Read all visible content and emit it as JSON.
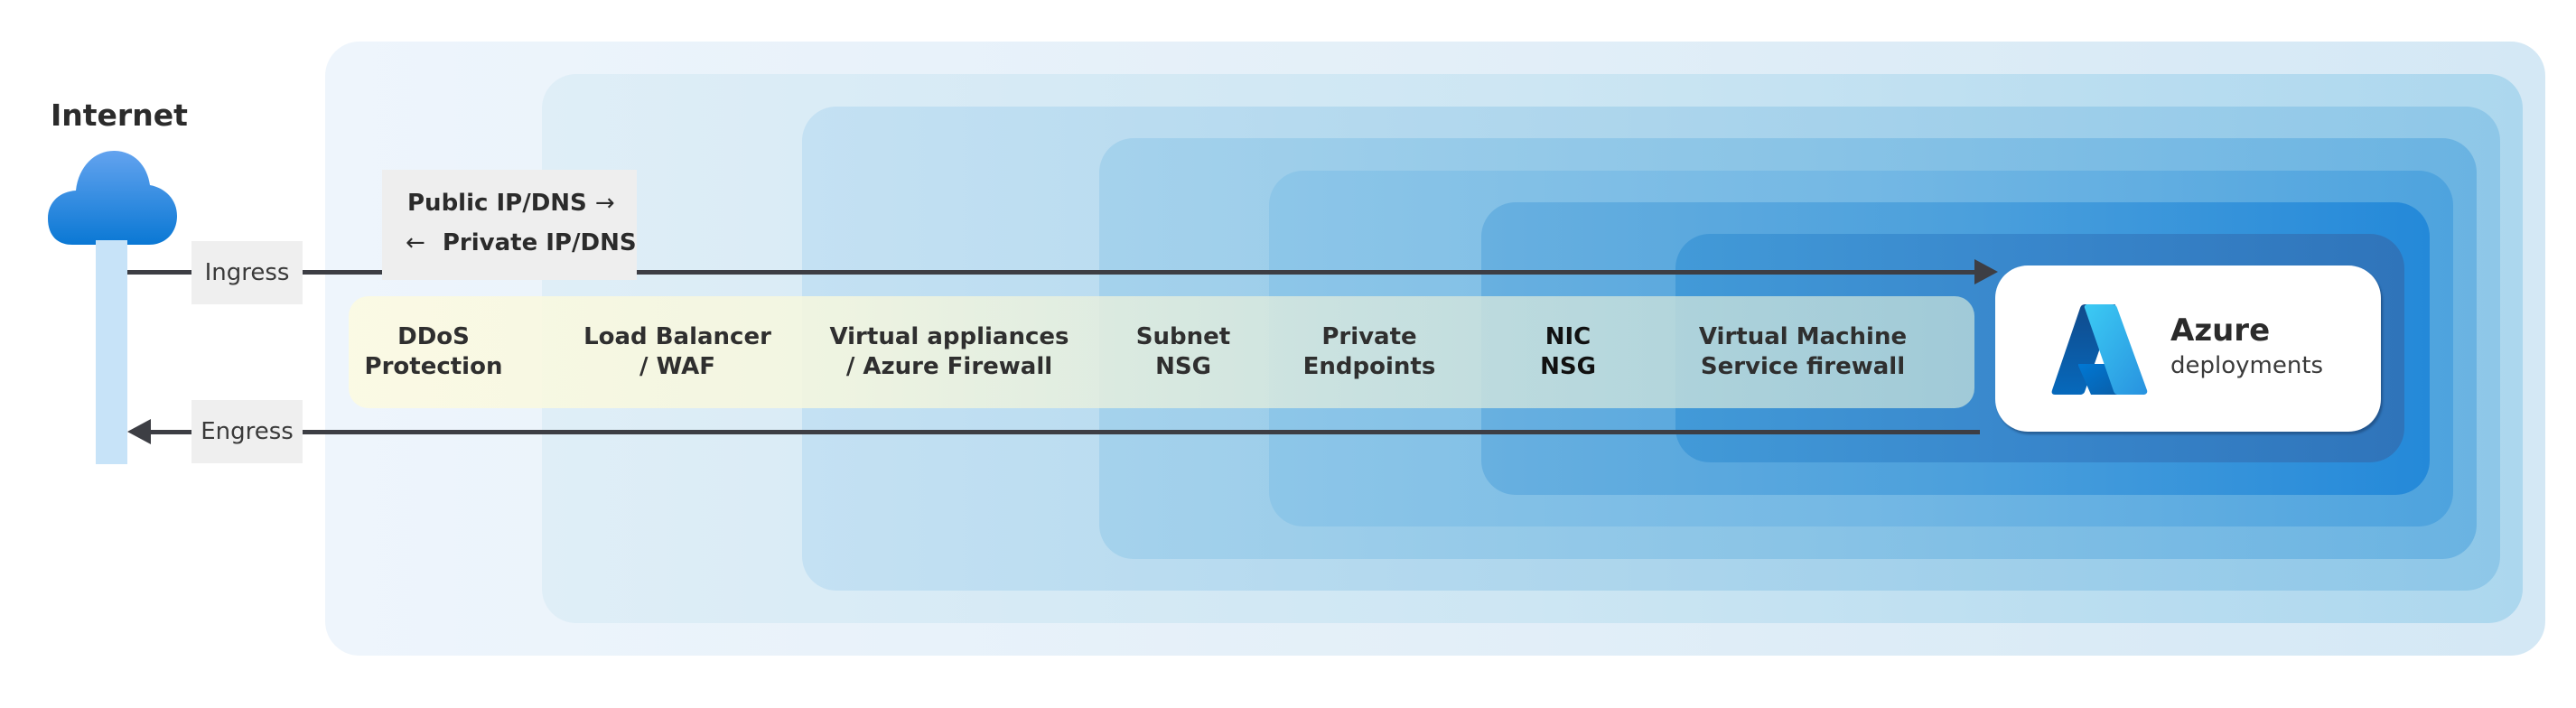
{
  "internet": {
    "title": "Internet",
    "icon": "cloud-icon",
    "ingress_label": "Ingress",
    "egress_label": "Engress"
  },
  "ip_dns": {
    "public": "Public IP/DNS",
    "public_arrow": "→",
    "private": "Private IP/DNS",
    "private_arrow": "←"
  },
  "layers": [
    {
      "line1": "DDoS",
      "line2": "Protection"
    },
    {
      "line1": "Load Balancer",
      "line2": "/ WAF"
    },
    {
      "line1": "Virtual appliances",
      "line2": "/ Azure Firewall"
    },
    {
      "line1": "Subnet",
      "line2": "NSG"
    },
    {
      "line1": "Private",
      "line2": "Endpoints"
    },
    {
      "line1": "NIC",
      "line2": "NSG"
    },
    {
      "line1": "Virtual Machine",
      "line2": "Service firewall"
    }
  ],
  "target": {
    "icon": "azure-logo-icon",
    "title": "Azure",
    "subtitle": "deployments"
  },
  "colors": {
    "arrow": "#3d3e44",
    "cloud_top": "#60a0ee",
    "cloud_bottom": "#0a78d4",
    "pole": "#c7e3f8",
    "label_bg": "#efefef"
  }
}
